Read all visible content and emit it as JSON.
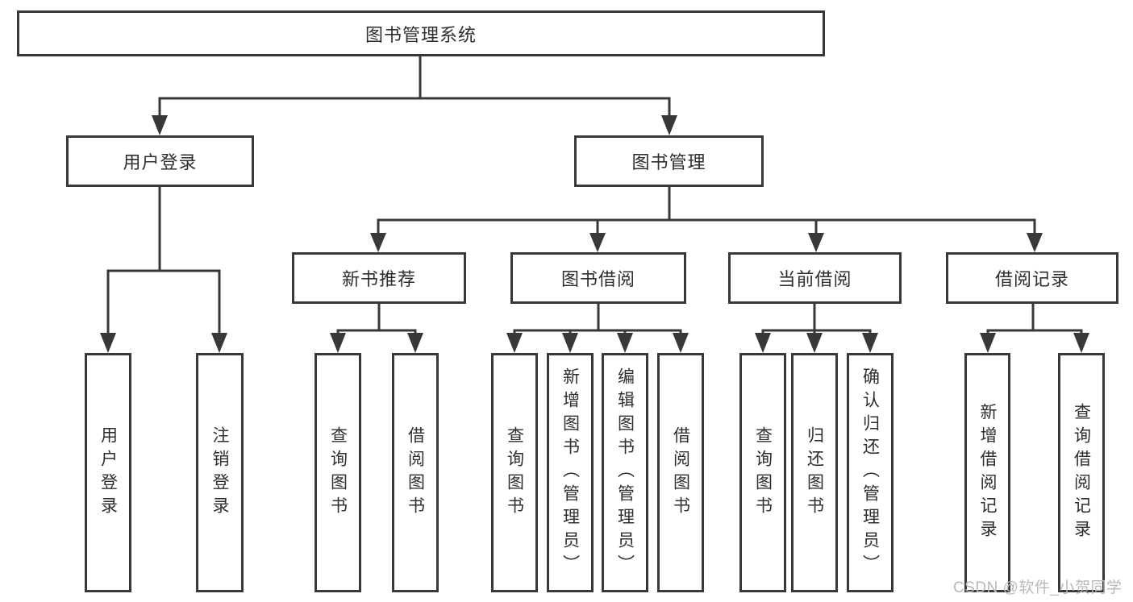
{
  "diagram_type": "hierarchy-tree",
  "colors": {
    "line": "#383838",
    "box_border": "#383838",
    "text": "#2e2e2e",
    "background": "#ffffff",
    "watermark": "#b9b9b9"
  },
  "tree": {
    "root": {
      "label": "图书管理系统"
    },
    "branches": [
      {
        "label": "用户登录",
        "children": [
          "用户登录",
          "注销登录"
        ]
      },
      {
        "label": "图书管理",
        "sections": [
          {
            "label": "新书推荐",
            "children": [
              "查询图书",
              "借阅图书"
            ]
          },
          {
            "label": "图书借阅",
            "children": [
              "查询图书",
              "新增图书（管理员）",
              "编辑图书（管理员）",
              "借阅图书"
            ]
          },
          {
            "label": "当前借阅",
            "children": [
              "查询图书",
              "归还图书",
              "确认归还（管理员）"
            ]
          },
          {
            "label": "借阅记录",
            "children": [
              "新增借阅记录",
              "查询借阅记录"
            ]
          }
        ]
      }
    ]
  },
  "watermark": "CSDN @软件_小贺同学"
}
